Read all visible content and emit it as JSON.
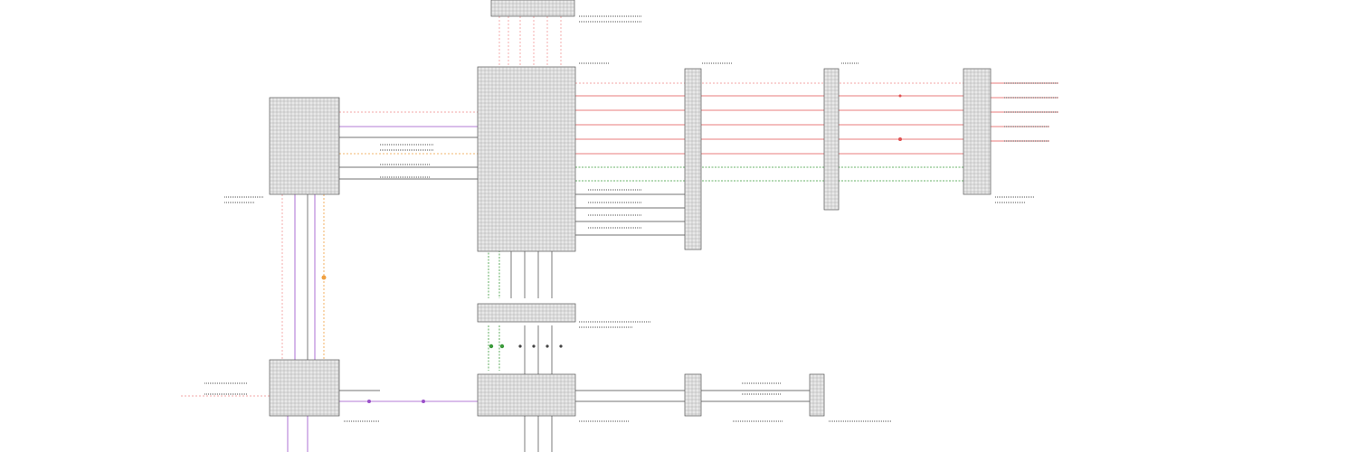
{
  "diagram": {
    "colors": {
      "background": "#ffffff",
      "block_fill": "#e8e8e8",
      "block_stroke": "#555555",
      "power": "#e05252",
      "signal_green": "#3a9a3a",
      "signal_black": "#444444",
      "signal_purple": "#9a4fc9",
      "signal_orange": "#f0a040"
    },
    "blocks": [
      {
        "id": "top-connector"
      },
      {
        "id": "left-upper-module"
      },
      {
        "id": "central-module"
      },
      {
        "id": "right-connector-1"
      },
      {
        "id": "right-connector-2"
      },
      {
        "id": "far-right-module"
      },
      {
        "id": "central-lower-connector"
      },
      {
        "id": "left-lower-module"
      },
      {
        "id": "central-bottom-module"
      },
      {
        "id": "bottom-connector-1"
      },
      {
        "id": "bottom-connector-2"
      }
    ],
    "note": ""
  }
}
